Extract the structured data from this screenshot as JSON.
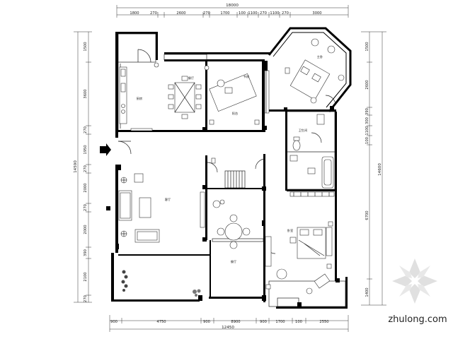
{
  "drawing": {
    "top_dims": {
      "total": "18000",
      "segments": [
        "1800",
        "270",
        "2600",
        "270",
        "1700",
        "100",
        "1100",
        "270",
        "1100",
        "270",
        "3000"
      ]
    },
    "bottom_dims": {
      "total": "12450",
      "segments": [
        "900",
        "4750",
        "900",
        "8900",
        "900",
        "1700",
        "100",
        "2550"
      ]
    },
    "left_dims": {
      "total": "14590",
      "segments": [
        "1500",
        "3600",
        "270",
        "1950",
        "270",
        "2000",
        "270",
        "2000",
        "390",
        "2100",
        "270"
      ]
    },
    "right_dims": {
      "total": "14600",
      "segments": [
        "1500",
        "2600",
        "390",
        "300",
        "1100",
        "100",
        "6700",
        "1400"
      ]
    },
    "room_labels": {
      "kitchen": "厨房",
      "dining": "餐厅",
      "study": "书房",
      "master_bedroom": "主卧",
      "toilet": "卫生间",
      "living": "客厅",
      "second_dining": "餐厅",
      "bedroom": "卧室",
      "terrace": "阳台"
    }
  },
  "watermark": {
    "text": "zhulong.com"
  }
}
